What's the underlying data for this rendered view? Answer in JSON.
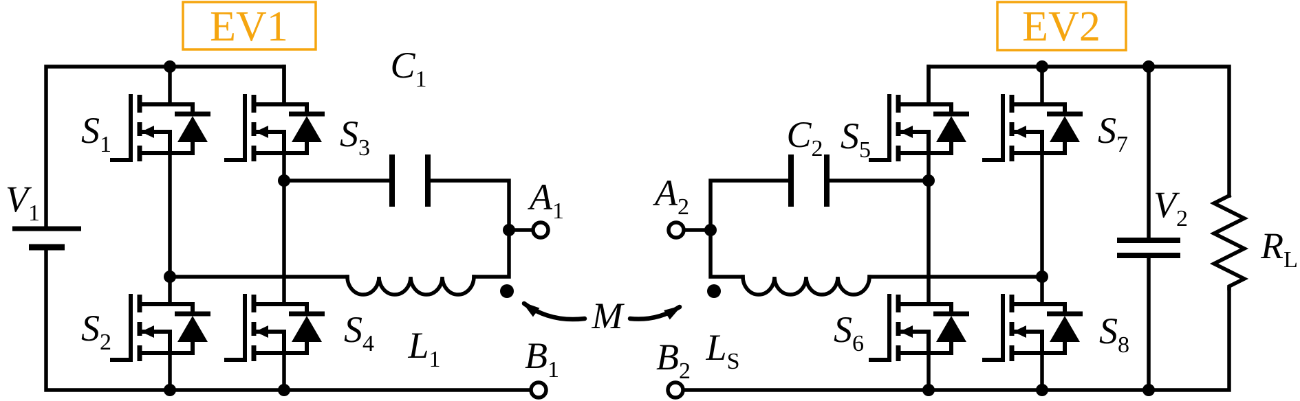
{
  "diagram": {
    "type": "circuit-schematic",
    "description": "Two full-bridge EV power converters (EV1 and EV2) with series LC networks, magnetically coupled through mutual inductance M between coils L1 and LS; open terminals A1/B1 and A2/B2.",
    "colors": {
      "accent": "#F5A50F",
      "line": "#000000",
      "background": "#FFFFFF"
    },
    "badges": {
      "ev1": "EV1",
      "ev2": "EV2"
    },
    "labels": {
      "v1": {
        "main": "V",
        "sub": "1"
      },
      "s1": {
        "main": "S",
        "sub": "1"
      },
      "s2": {
        "main": "S",
        "sub": "2"
      },
      "s3": {
        "main": "S",
        "sub": "3"
      },
      "s4": {
        "main": "S",
        "sub": "4"
      },
      "c1": {
        "main": "C",
        "sub": "1"
      },
      "l1": {
        "main": "L",
        "sub": "1"
      },
      "a1": {
        "main": "A",
        "sub": "1"
      },
      "b1": {
        "main": "B",
        "sub": "1"
      },
      "m": {
        "main": "M",
        "sub": ""
      },
      "a2": {
        "main": "A",
        "sub": "2"
      },
      "b2": {
        "main": "B",
        "sub": "2"
      },
      "c2": {
        "main": "C",
        "sub": "2"
      },
      "ls": {
        "main": "L",
        "sub": "S"
      },
      "s5": {
        "main": "S",
        "sub": "5"
      },
      "s6": {
        "main": "S",
        "sub": "6"
      },
      "s7": {
        "main": "S",
        "sub": "7"
      },
      "s8": {
        "main": "S",
        "sub": "8"
      },
      "v2": {
        "main": "V",
        "sub": "2"
      },
      "rl": {
        "main": "R",
        "sub": "L"
      }
    },
    "components": [
      {
        "id": "V1",
        "kind": "dc-voltage-source"
      },
      {
        "id": "S1",
        "kind": "mosfet-with-body-diode"
      },
      {
        "id": "S2",
        "kind": "mosfet-with-body-diode"
      },
      {
        "id": "S3",
        "kind": "mosfet-with-body-diode"
      },
      {
        "id": "S4",
        "kind": "mosfet-with-body-diode"
      },
      {
        "id": "C1",
        "kind": "capacitor"
      },
      {
        "id": "L1",
        "kind": "inductor"
      },
      {
        "id": "A1",
        "kind": "open-terminal"
      },
      {
        "id": "B1",
        "kind": "open-terminal"
      },
      {
        "id": "M",
        "kind": "mutual-inductance-coupling"
      },
      {
        "id": "A2",
        "kind": "open-terminal"
      },
      {
        "id": "B2",
        "kind": "open-terminal"
      },
      {
        "id": "C2",
        "kind": "capacitor"
      },
      {
        "id": "LS",
        "kind": "inductor"
      },
      {
        "id": "S5",
        "kind": "mosfet-with-body-diode"
      },
      {
        "id": "S6",
        "kind": "mosfet-with-body-diode"
      },
      {
        "id": "S7",
        "kind": "mosfet-with-body-diode"
      },
      {
        "id": "S8",
        "kind": "mosfet-with-body-diode"
      },
      {
        "id": "V2",
        "kind": "filter-capacitor"
      },
      {
        "id": "RL",
        "kind": "load-resistor"
      }
    ]
  }
}
